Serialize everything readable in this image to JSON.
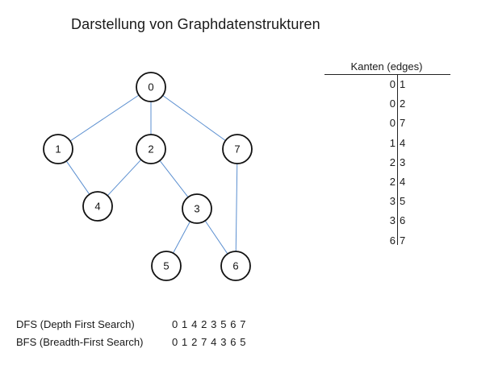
{
  "title": "Darstellung von Graphdatenstrukturen",
  "graph": {
    "nodes": [
      {
        "id": "0",
        "label": "0"
      },
      {
        "id": "1",
        "label": "1"
      },
      {
        "id": "2",
        "label": "2"
      },
      {
        "id": "7",
        "label": "7"
      },
      {
        "id": "4",
        "label": "4"
      },
      {
        "id": "3",
        "label": "3"
      },
      {
        "id": "5",
        "label": "5"
      },
      {
        "id": "6",
        "label": "6"
      }
    ],
    "edges": [
      {
        "from": "0",
        "to": "1"
      },
      {
        "from": "0",
        "to": "2"
      },
      {
        "from": "0",
        "to": "7"
      },
      {
        "from": "1",
        "to": "4"
      },
      {
        "from": "2",
        "to": "3"
      },
      {
        "from": "2",
        "to": "4"
      },
      {
        "from": "3",
        "to": "5"
      },
      {
        "from": "3",
        "to": "6"
      },
      {
        "from": "6",
        "to": "7"
      }
    ]
  },
  "edges_table": {
    "title": "Kanten (edges)",
    "rows": [
      {
        "from": "0",
        "to": "1"
      },
      {
        "from": "0",
        "to": "2"
      },
      {
        "from": "0",
        "to": "7"
      },
      {
        "from": "1",
        "to": "4"
      },
      {
        "from": "2",
        "to": "3"
      },
      {
        "from": "2",
        "to": "4"
      },
      {
        "from": "3",
        "to": "5"
      },
      {
        "from": "3",
        "to": "6"
      },
      {
        "from": "6",
        "to": "7"
      }
    ]
  },
  "traversals": {
    "dfs": {
      "label": "DFS (Depth First Search)",
      "sequence": "0 1 4 2 3 5 6 7"
    },
    "bfs": {
      "label": "BFS (Breadth-First Search)",
      "sequence": "0 1 2 7 4 3 6 5"
    }
  }
}
